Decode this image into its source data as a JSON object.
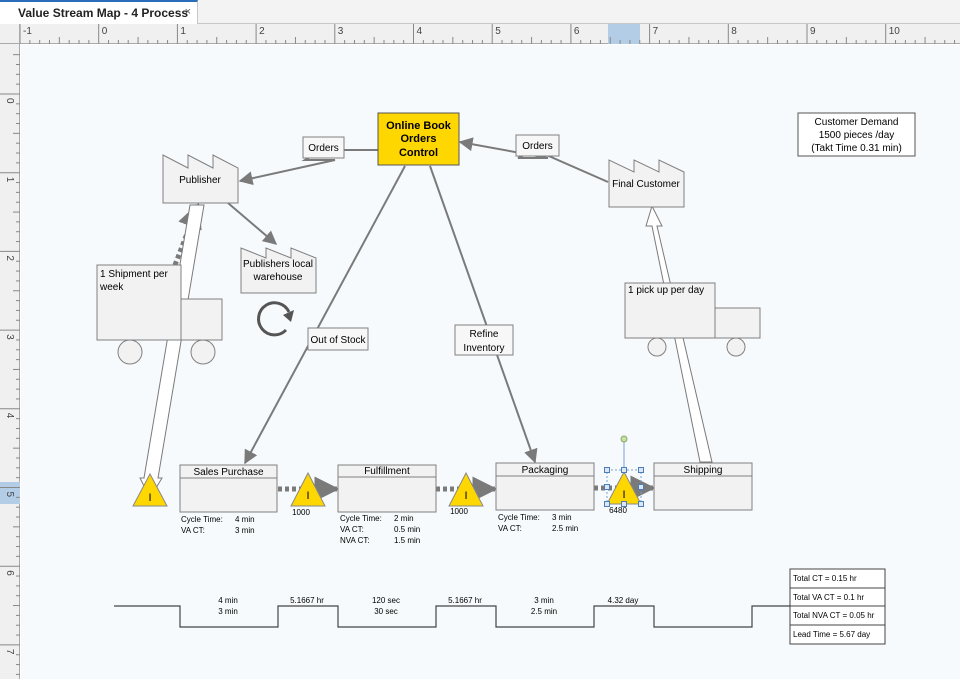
{
  "tab": {
    "title": "Value Stream Map - 4 Process",
    "close_glyph": "×"
  },
  "ruler": {
    "h_labels": [
      "-1",
      "0",
      "1",
      "2",
      "3",
      "4",
      "5",
      "6",
      "7",
      "8",
      "9",
      "10"
    ],
    "v_labels": [
      "0",
      "1",
      "2",
      "3",
      "4",
      "5",
      "6",
      "7"
    ]
  },
  "colors": {
    "canvas": "#f7fafc",
    "control_fill": "#ffd700",
    "inventory_fill": "#ffd700",
    "shape_fill": "#f2f2f2",
    "shape_stroke": "#808080",
    "arrow": "#7a7a7a",
    "ruler_highlight": "#b4cde6"
  },
  "diagram": {
    "control": {
      "line1": "Online Book",
      "line2": "Orders",
      "line3": "Control"
    },
    "publisher": {
      "label": "Publisher"
    },
    "final_customer": {
      "label": "Final Customer"
    },
    "warehouse": {
      "line1": "Publishers local",
      "line2": "warehouse"
    },
    "orders_left": "Orders",
    "orders_right": "Orders",
    "out_of_stock": "Out of Stock",
    "refine": {
      "line1": "Refine",
      "line2": "Inventory"
    },
    "truck_left": {
      "line1": "1 Shipment per",
      "line2": "week"
    },
    "truck_right": {
      "line1": "1 pick up per day"
    },
    "customer_demand": {
      "line1": "Customer Demand",
      "line2": "1500 pieces /day",
      "line3": "(Takt Time 0.31 min)"
    },
    "processes": [
      {
        "name": "Sales Purchase",
        "metrics": [
          {
            "label": "Cycle Time:",
            "value": "4 min"
          },
          {
            "label": "VA CT:",
            "value": "3 min"
          }
        ]
      },
      {
        "name": "Fulfillment",
        "metrics": [
          {
            "label": "Cycle Time:",
            "value": "2 min"
          },
          {
            "label": "VA CT:",
            "value": "0.5 min"
          },
          {
            "label": "NVA CT:",
            "value": "1.5 min"
          }
        ]
      },
      {
        "name": "Packaging",
        "metrics": [
          {
            "label": "Cycle Time:",
            "value": "3 min"
          },
          {
            "label": "VA CT:",
            "value": "2.5 min"
          }
        ]
      },
      {
        "name": "Shipping",
        "metrics": []
      }
    ],
    "inventory": [
      {
        "symbol": "I",
        "qty": ""
      },
      {
        "symbol": "I",
        "qty": "1000"
      },
      {
        "symbol": "I",
        "qty": "1000"
      },
      {
        "symbol": "I",
        "qty": "6480"
      }
    ],
    "timeline": {
      "top": [
        "4 min",
        "5.1667 hr",
        "120 sec",
        "5.1667 hr",
        "3 min",
        "4.32 day"
      ],
      "bottom": [
        "3 min",
        "30 sec",
        "2.5 min"
      ]
    },
    "totals": [
      "Total CT = 0.15 hr",
      "Total VA CT = 0.1 hr",
      "Total NVA CT = 0.05 hr",
      "Lead Time = 5.67 day"
    ]
  }
}
